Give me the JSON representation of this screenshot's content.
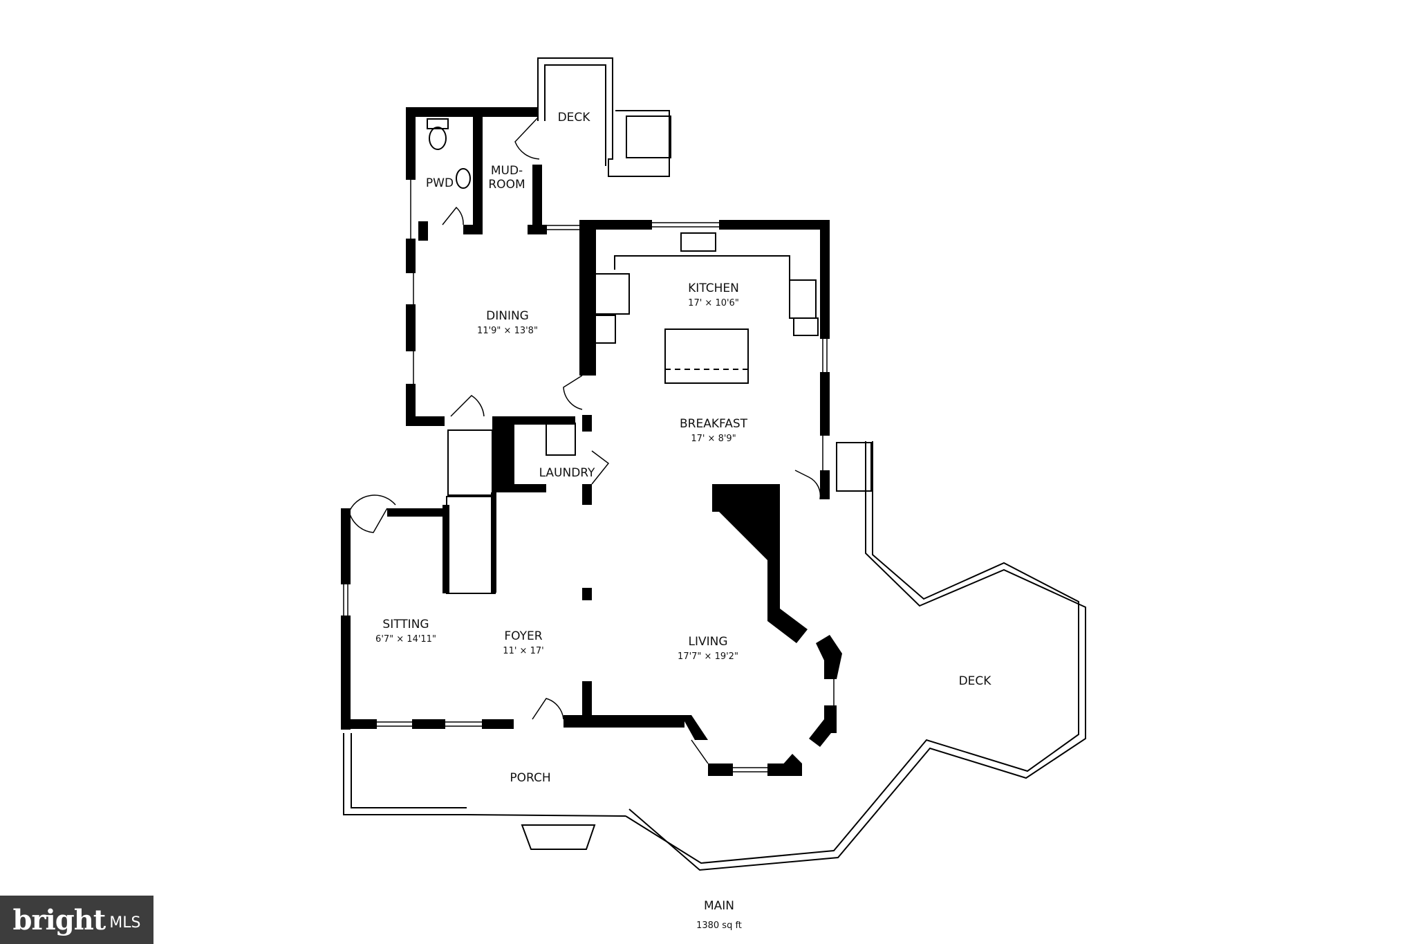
{
  "rooms": {
    "deck_top": {
      "name": "DECK"
    },
    "pwd": {
      "name": "PWD"
    },
    "mudroom": {
      "name_line1": "MUD-",
      "name_line2": "ROOM"
    },
    "dining": {
      "name": "DINING",
      "dims": "11'9\" × 13'8\""
    },
    "kitchen": {
      "name": "KITCHEN",
      "dims": "17' × 10'6\""
    },
    "breakfast": {
      "name": "BREAKFAST",
      "dims": "17' × 8'9\""
    },
    "laundry": {
      "name": "LAUNDRY"
    },
    "sitting": {
      "name": "SITTING",
      "dims": "6'7\" × 14'11\""
    },
    "foyer": {
      "name": "FOYER",
      "dims": "11' × 17'"
    },
    "living": {
      "name": "LIVING",
      "dims": "17'7\" × 19'2\""
    },
    "deck_right": {
      "name": "DECK"
    },
    "porch": {
      "name": "PORCH"
    }
  },
  "floor": {
    "name": "MAIN",
    "area": "1380 sq ft"
  },
  "logo": {
    "brand": "bright",
    "suffix": "MLS"
  },
  "colors": {
    "wall": "#000000",
    "background": "#ffffff",
    "logo_bg": "#3d3d3d"
  }
}
